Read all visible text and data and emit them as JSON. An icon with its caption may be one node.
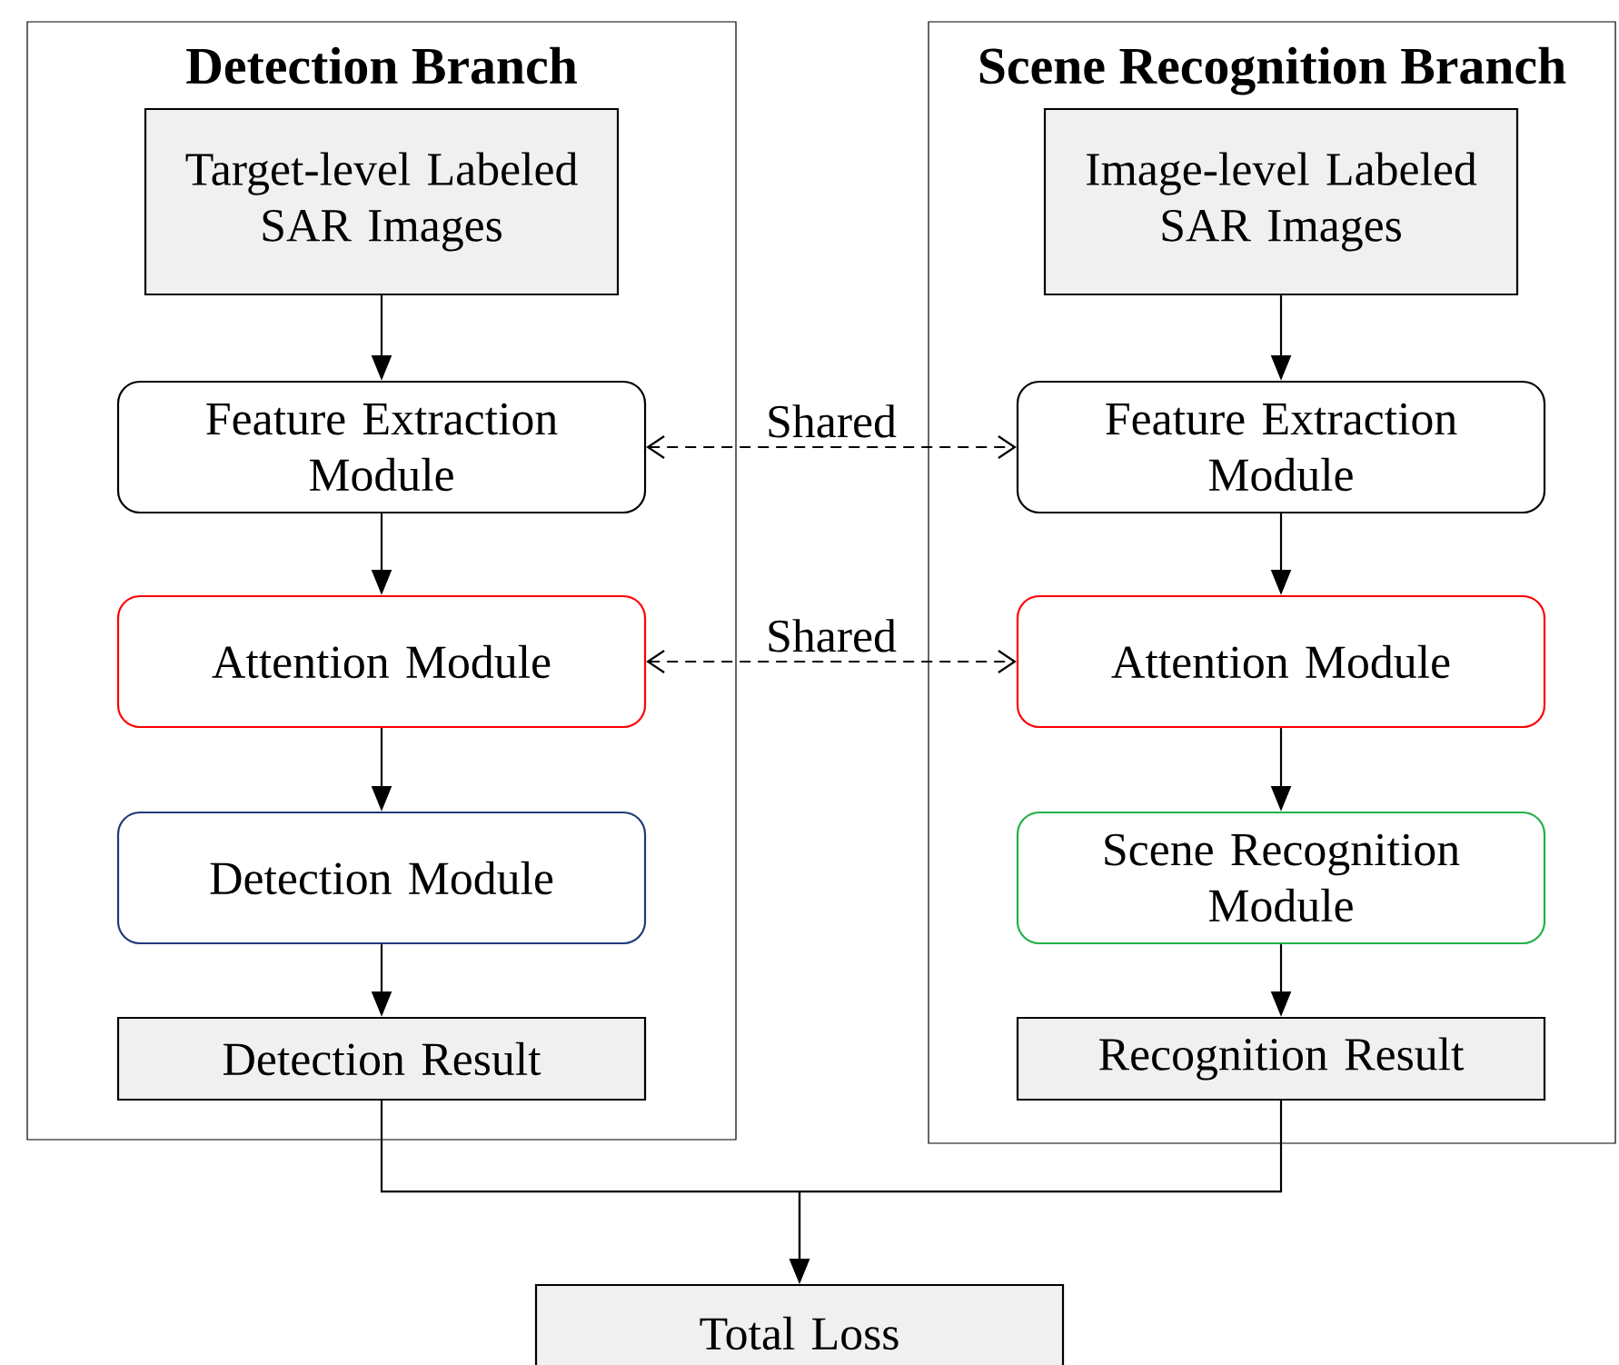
{
  "diagram": {
    "nodes": [
      {
        "text": [
          "Detection Branch"
        ]
      },
      {
        "text": [
          "Target-level Labeled SAR Images"
        ],
        "in": 0
      },
      {
        "text": [
          "Feature Extraction Module"
        ],
        "in": 0
      },
      {
        "text": [
          "Attention Module"
        ],
        "in": 0
      },
      {
        "text": [
          "Detection Module"
        ],
        "in": 0
      },
      {
        "text": [
          "Detection Result"
        ],
        "in": 0
      },
      {
        "text": [
          "Scene Recognition Branch"
        ]
      },
      {
        "text": [
          "Image-level Labeled SAR Images"
        ],
        "in": 6
      },
      {
        "text": [
          "Feature Extraction Module"
        ],
        "in": 6
      },
      {
        "text": [
          "Attention Module"
        ],
        "in": 6
      },
      {
        "text": [
          "Scene Recognition Module"
        ],
        "in": 6
      },
      {
        "text": [
          "Recognition Result"
        ],
        "in": 6
      },
      {
        "text": [
          "Total Loss"
        ]
      }
    ],
    "edges": [
      {
        "from": 1,
        "to": 2,
        "arrow": "to"
      },
      {
        "from": 2,
        "to": 3,
        "arrow": "to"
      },
      {
        "from": 3,
        "to": 4,
        "arrow": "to"
      },
      {
        "from": 4,
        "to": 5,
        "arrow": "to"
      },
      {
        "from": 7,
        "to": 8,
        "arrow": "to"
      },
      {
        "from": 8,
        "to": 9,
        "arrow": "to"
      },
      {
        "from": 9,
        "to": 10,
        "arrow": "to"
      },
      {
        "from": 10,
        "to": 11,
        "arrow": "to"
      },
      {
        "from": 5,
        "to": 12,
        "arrow": "to"
      },
      {
        "from": 11,
        "to": 12,
        "arrow": "to"
      },
      {
        "from": 2,
        "to": 8,
        "arrow": "both",
        "style": "dashed",
        "label": "Shared"
      },
      {
        "from": 3,
        "to": 9,
        "arrow": "both",
        "style": "dashed",
        "label": "Shared"
      }
    ]
  }
}
